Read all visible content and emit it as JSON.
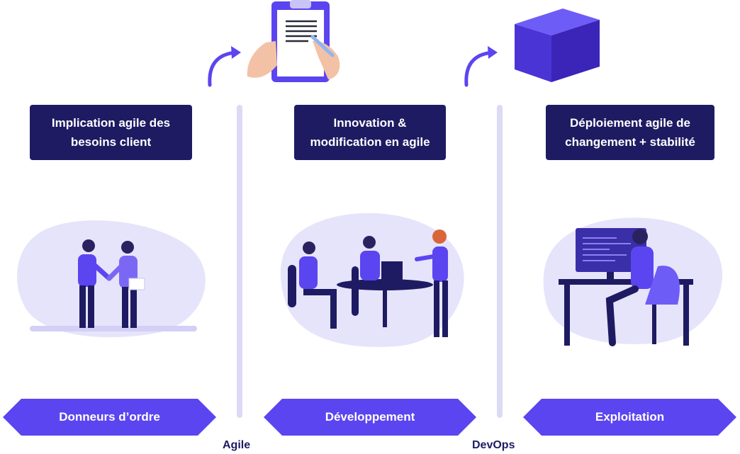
{
  "columns": [
    {
      "title_line1": "Implication agile des",
      "title_line2": "besoins client",
      "phase_label": "Donneurs d’ordre"
    },
    {
      "title_line1": "Innovation &",
      "title_line2": "modification en agile",
      "phase_label": "Développement"
    },
    {
      "title_line1": "Déploiement agile de",
      "title_line2": "changement + stabilité",
      "phase_label": "Exploitation"
    }
  ],
  "transitions": {
    "first": "Agile",
    "second": "DevOps"
  },
  "colors": {
    "navy": "#1e1b63",
    "purple": "#5b45f0",
    "lavender": "#e6e4fa",
    "divider": "#dcdaf5"
  },
  "icons": [
    "clipboard-icon",
    "cube-icon",
    "curved-arrow-icon",
    "handshake-illustration",
    "meeting-illustration",
    "developer-illustration"
  ]
}
